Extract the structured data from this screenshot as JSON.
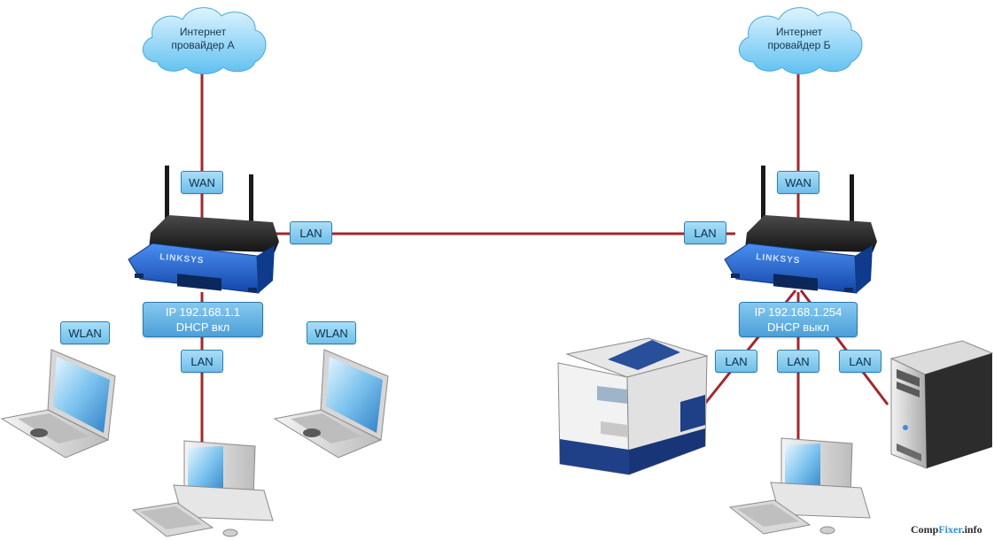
{
  "clouds": [
    {
      "line1": "Интернет",
      "line2": "провайдер А"
    },
    {
      "line1": "Интернет",
      "line2": "провайдер Б"
    }
  ],
  "labels": {
    "wan": "WAN",
    "lan": "LAN",
    "wlan": "WLAN"
  },
  "routers": [
    {
      "brand": "LINKSYS",
      "ip": "IP 192.168.1.1",
      "dhcp": "DHCP вкл"
    },
    {
      "brand": "LINKSYS",
      "ip": "IP 192.168.1.254",
      "dhcp": "DHCP выкл"
    }
  ],
  "watermark": {
    "part1": "Comp",
    "part2": "Fixer",
    "part3": ".info"
  },
  "colors": {
    "link": "#a0282d",
    "label_fill": "#7cc7ee",
    "router_blue": "#1f5fc8"
  }
}
